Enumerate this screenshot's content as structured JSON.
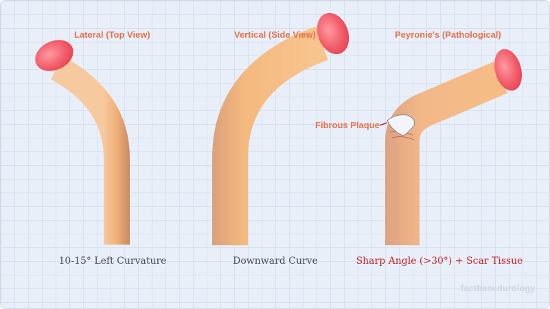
{
  "panels": [
    {
      "title": "Lateral (Top View)",
      "caption": "10-15° Left Curvature"
    },
    {
      "title": "Vertical (Side View)",
      "caption": "Downward Curve"
    },
    {
      "title": "Peyronie's (Pathological)",
      "caption": "Sharp Angle (>30°) + Scar Tissue"
    }
  ],
  "annotation": "Fibrous Plaque",
  "watermark": "factbasedurology",
  "colors": {
    "title": "#e8714a",
    "caption_alert": "#c8252a",
    "glans": "#ef5a66",
    "shaft": "#f2b27a"
  }
}
